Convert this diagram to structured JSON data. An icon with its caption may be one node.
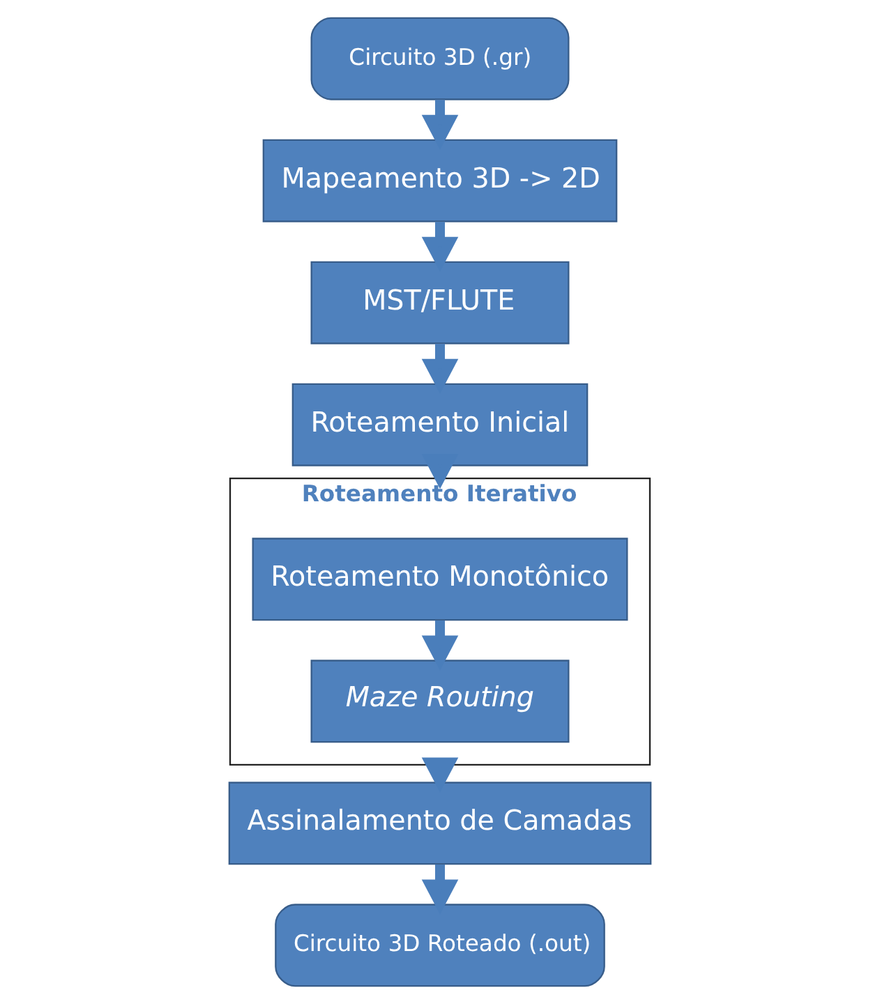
{
  "diagram": {
    "nodes": [
      {
        "text": [
          "Circuito 3D (.gr)"
        ]
      },
      {
        "text": [
          "Mapeamento 3D -> 2D"
        ]
      },
      {
        "text": [
          "MST/FLUTE"
        ]
      },
      {
        "text": [
          "Roteamento Inicial"
        ]
      },
      {
        "text": [
          "Roteamento Iterativo"
        ]
      },
      {
        "text": [
          "Roteamento Monotônico"
        ],
        "in": 4
      },
      {
        "text": [
          "Maze Routing"
        ],
        "in": 4
      },
      {
        "text": [
          "Assinalamento de Camadas"
        ]
      },
      {
        "text": [
          "Circuito 3D Roteado (.out)"
        ]
      }
    ],
    "edges": [
      {
        "from": 0,
        "to": 1,
        "arrow": "to"
      },
      {
        "from": 1,
        "to": 2,
        "arrow": "to"
      },
      {
        "from": 2,
        "to": 3,
        "arrow": "to"
      },
      {
        "from": 3,
        "to": 4,
        "arrow": "to"
      },
      {
        "from": 5,
        "to": 6,
        "arrow": "to"
      },
      {
        "from": 4,
        "to": 7,
        "arrow": "to"
      },
      {
        "from": 7,
        "to": 8,
        "arrow": "to"
      }
    ]
  }
}
